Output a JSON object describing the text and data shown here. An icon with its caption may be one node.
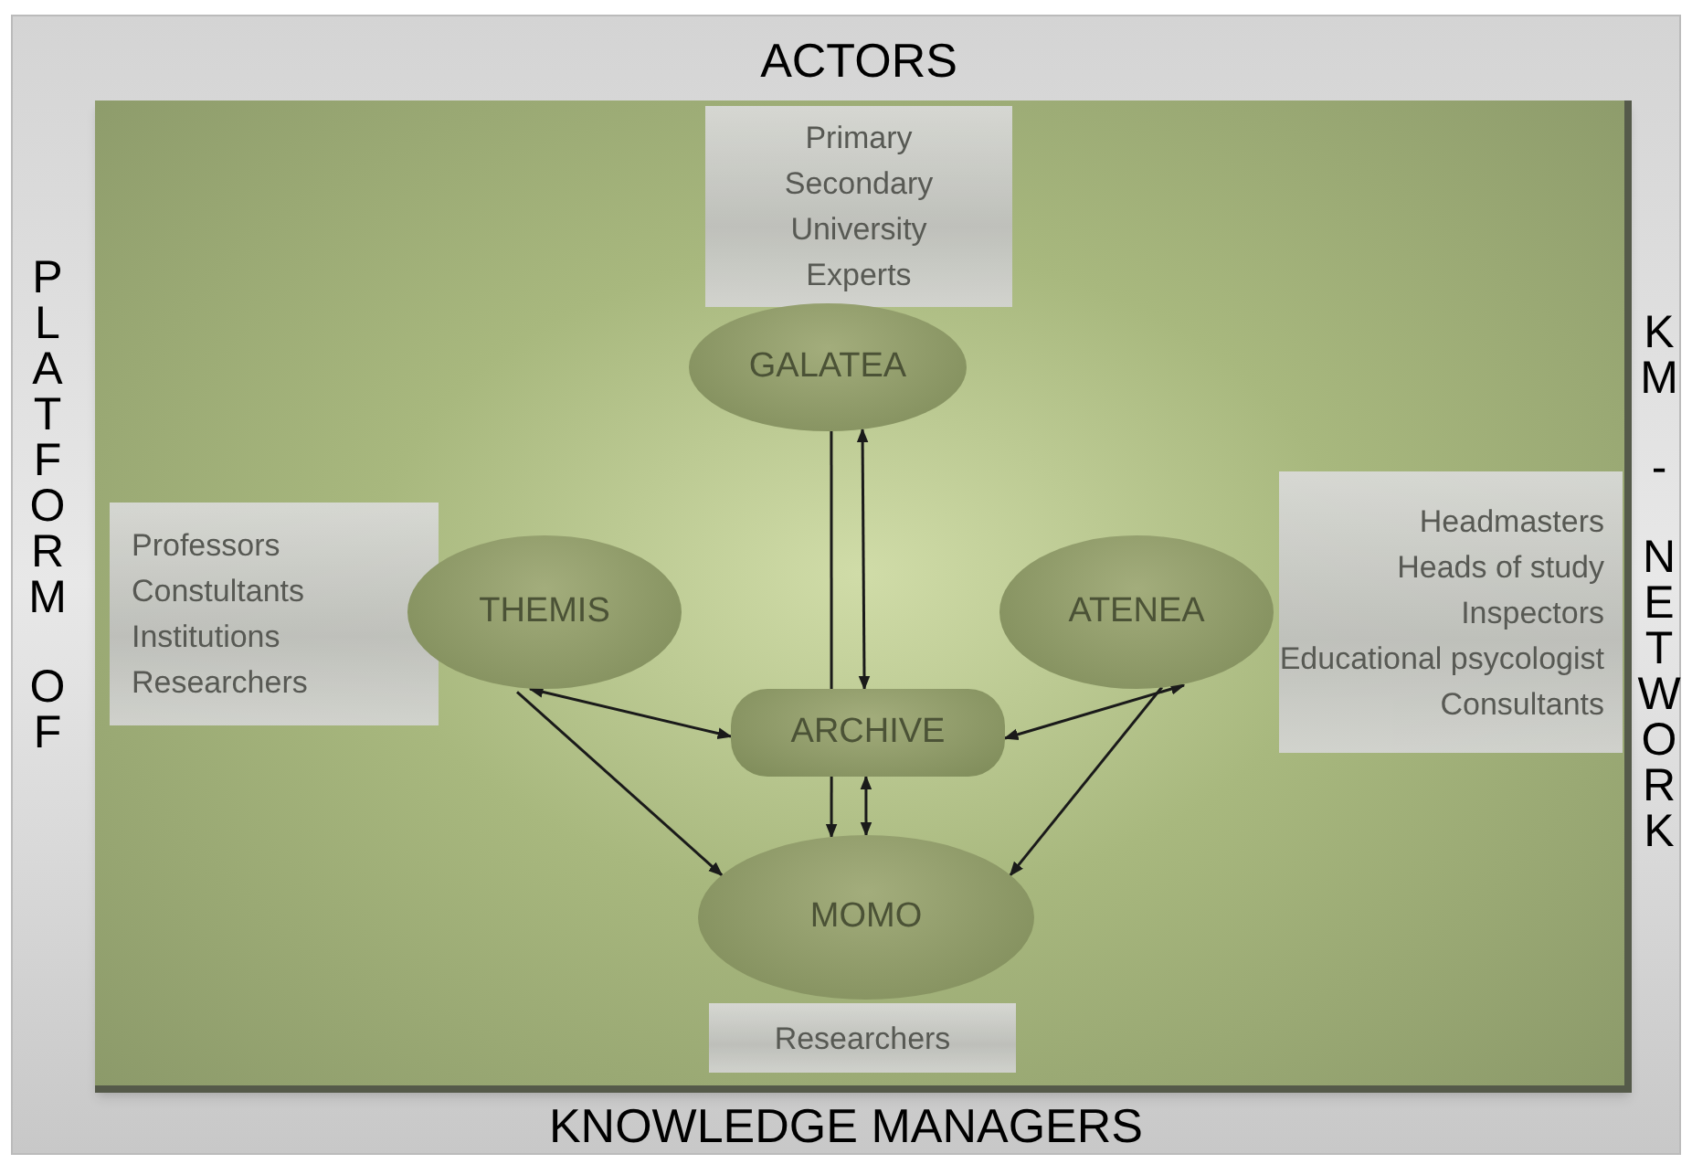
{
  "diagram": {
    "nodes": [
      {
        "text": [
          "Primary",
          "Secondary",
          "University",
          "Experts"
        ]
      },
      {
        "text": [
          "GALATEA"
        ]
      },
      {
        "text": [
          "Professors",
          "Constultants",
          "Institutions",
          "Researchers"
        ]
      },
      {
        "text": [
          "THEMIS"
        ]
      },
      {
        "text": [
          "ATENEA"
        ]
      },
      {
        "text": [
          "Headmasters",
          "Heads of study",
          "Inspectors",
          "Educational psycologist",
          "Consultants"
        ]
      },
      {
        "text": [
          "ARCHIVE"
        ]
      },
      {
        "text": [
          "MOMO"
        ]
      },
      {
        "text": [
          "Researchers"
        ]
      }
    ],
    "edges": [
      {
        "from": 1,
        "to": 6,
        "arrow": "none"
      },
      {
        "from": 1,
        "to": 6,
        "arrow": "both"
      },
      {
        "from": 3,
        "to": 6,
        "arrow": "both"
      },
      {
        "from": 4,
        "to": 6,
        "arrow": "both"
      },
      {
        "from": 6,
        "to": 7,
        "arrow": "to"
      },
      {
        "from": 6,
        "to": 7,
        "arrow": "both"
      },
      {
        "from": 3,
        "to": 7,
        "arrow": "to"
      },
      {
        "from": 4,
        "to": 7,
        "arrow": "to"
      }
    ],
    "labels": [
      "ACTORS",
      "PLATFORM OF",
      "KM - NETWORK",
      "KNOWLEDGE MANAGERS"
    ]
  }
}
